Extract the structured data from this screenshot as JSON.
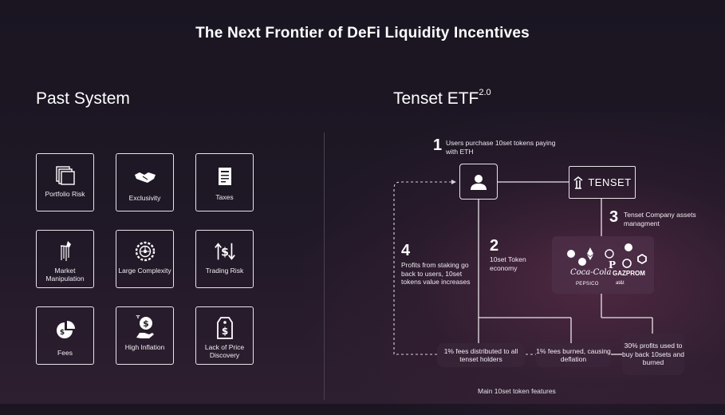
{
  "title": "The Next Frontier of DeFi Liquidity Incentives",
  "past_system": {
    "heading": "Past System",
    "tiles": [
      {
        "label": "Portfolio Risk",
        "icon": "folders-icon"
      },
      {
        "label": "Exclusivity",
        "icon": "handshake-icon"
      },
      {
        "label": "Taxes",
        "icon": "tax-document-icon"
      },
      {
        "label": "Market Manipulation",
        "icon": "puppet-hand-icon"
      },
      {
        "label": "Large Complexity",
        "icon": "gear-network-icon"
      },
      {
        "label": "Trading Risk",
        "icon": "exchange-arrows-dollar-icon"
      },
      {
        "label": "Fees",
        "icon": "pie-chart-coin-icon"
      },
      {
        "label": "High Inflation",
        "icon": "hand-rising-money-icon"
      },
      {
        "label": "Lack of Price Discovery",
        "icon": "price-tag-dollar-icon"
      }
    ]
  },
  "tenset": {
    "heading": "Tenset ETF",
    "heading_sup": "2.0",
    "logo_text": "TENSET",
    "step1": {
      "num": "1",
      "text": "Users purchase 10set tokens paying with ETH"
    },
    "step2": {
      "num": "2",
      "text": "10set Token economy"
    },
    "step3": {
      "num": "3",
      "text": "Tenset Company assets managment"
    },
    "step4": {
      "num": "4",
      "text": "Profits from staking go back to users, 10set tokens value increases"
    },
    "features": [
      "1% fees distributed to all tenset holders",
      "1% fees burned, causing deflation",
      "30% profits used to buy back  10sets and burned"
    ],
    "caption": "Main 10set token features",
    "asset_logos": {
      "cocacola": "Coca-Cola",
      "pepsico": "PEPSICO",
      "gazprom": "GAZPROM",
      "att": "at&t"
    }
  }
}
